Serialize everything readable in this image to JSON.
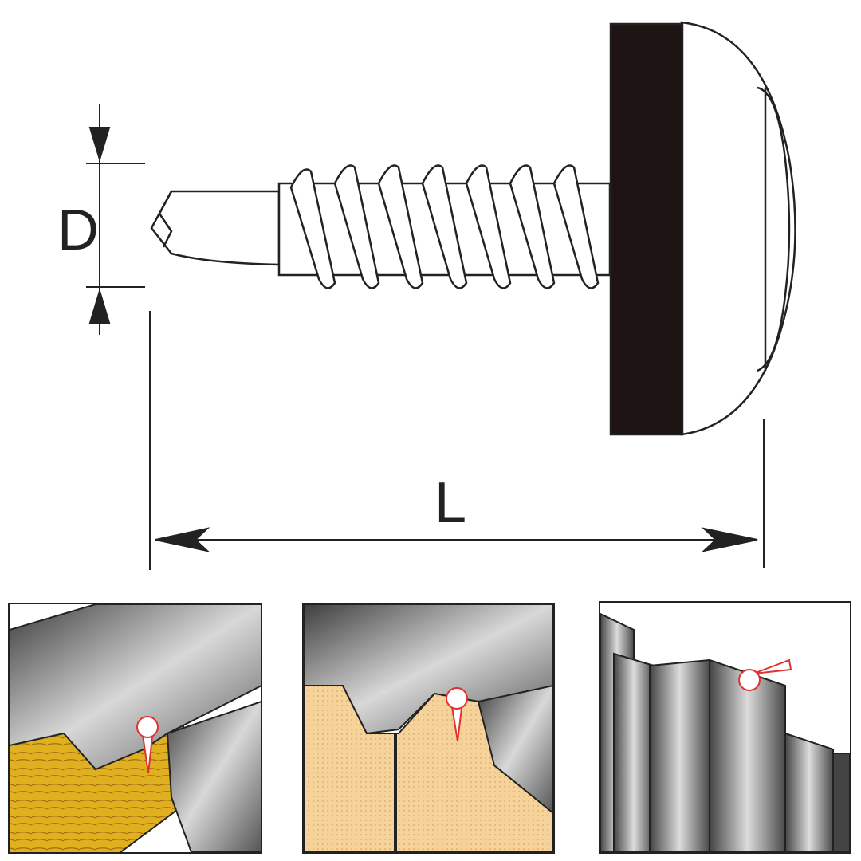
{
  "diagram": {
    "dimension_labels": {
      "diameter": "D",
      "length": "L"
    },
    "colors": {
      "line": "#222222",
      "washer": "#1e1414",
      "wood": "#e0b020",
      "foam": "#f6d39a",
      "metal_dark": "#4a4a4a",
      "metal_light": "#c9c9c9",
      "screw_red": "#e03030"
    },
    "panels": [
      {
        "subject": "metal-sheet-on-timber"
      },
      {
        "subject": "sandwich-panel"
      },
      {
        "subject": "vertical-metal-cladding"
      }
    ]
  }
}
